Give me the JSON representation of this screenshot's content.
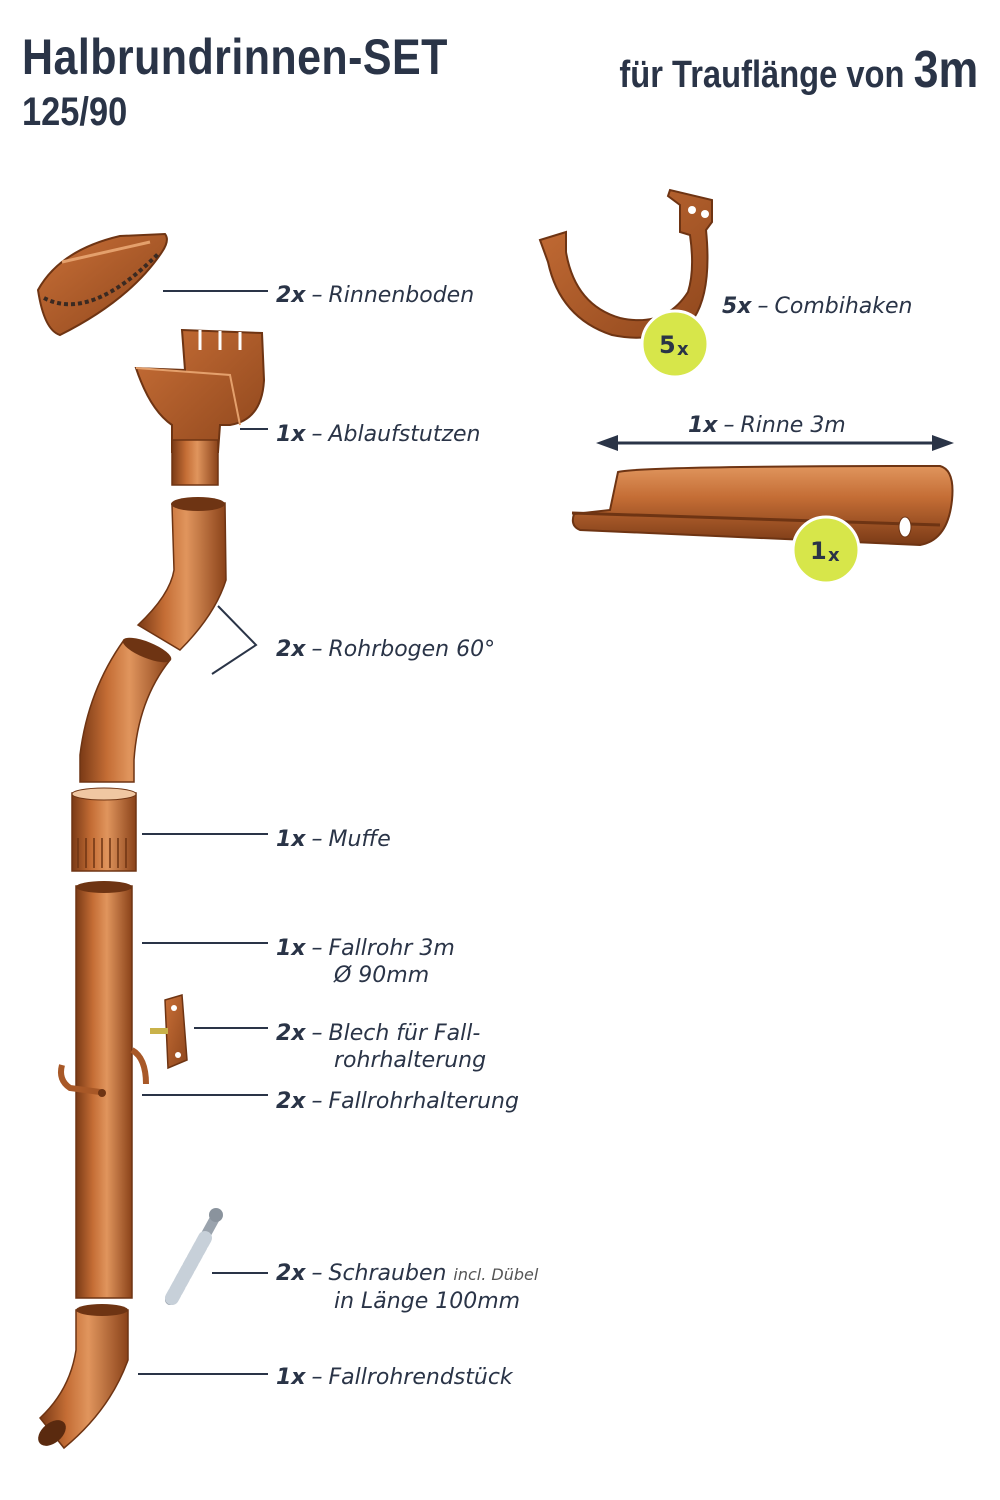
{
  "header": {
    "title": "Halbrundrinnen-SET",
    "subtitle": "125/90",
    "eave_prefix": "für Trauflänge von",
    "eave_length": "3m"
  },
  "parts": [
    {
      "qty": "2x",
      "name": "Rinnenboden"
    },
    {
      "qty": "1x",
      "name": "Ablaufstutzen"
    },
    {
      "qty": "2x",
      "name": "Rohrbogen 60°"
    },
    {
      "qty": "1x",
      "name": "Muffe"
    },
    {
      "qty": "1x",
      "name": "Fallrohr 3m",
      "line2": "Ø 90mm"
    },
    {
      "qty": "2x",
      "name": "Blech für Fall-",
      "line2": "rohrhalterung"
    },
    {
      "qty": "2x",
      "name": "Fallrohrhalterung"
    },
    {
      "qty": "2x",
      "name": "Schrauben",
      "note": "incl. Dübel",
      "line2": "in Länge 100mm"
    },
    {
      "qty": "1x",
      "name": "Fallrohrendstück"
    }
  ],
  "right_parts": {
    "hook": {
      "qty": "5x",
      "name": "Combihaken",
      "badge_num": "5",
      "badge_unit": "x"
    },
    "gutter": {
      "qty": "1x",
      "name": "Rinne 3m",
      "badge_num": "1",
      "badge_unit": "x"
    }
  },
  "dash": "–",
  "colors": {
    "text": "#2a3447",
    "copper": "#b8632e",
    "copper_dark": "#7a3a16",
    "copper_light": "#e0955d",
    "badge": "#d7e64a"
  }
}
